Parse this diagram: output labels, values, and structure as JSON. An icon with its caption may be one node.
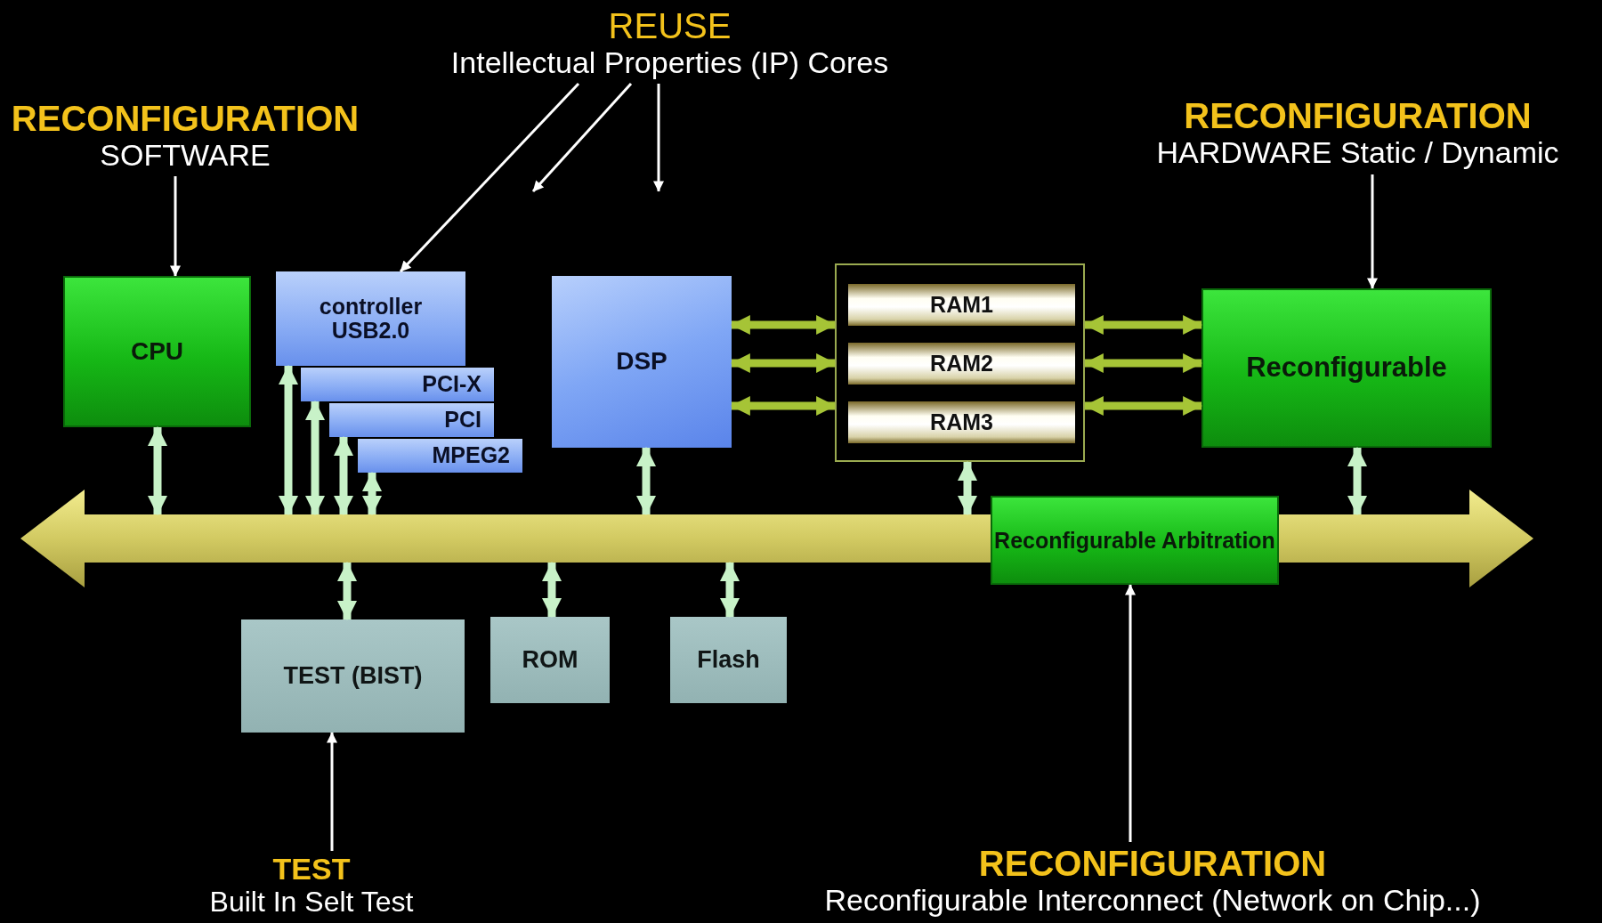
{
  "diagram": {
    "nodes": [
      {
        "text": [
          "REUSE",
          "Intellectual Properties (IP) Cores"
        ]
      },
      {
        "text": [
          "RECONFIGURATION",
          "SOFTWARE"
        ]
      },
      {
        "text": [
          "RECONFIGURATION",
          "HARDWARE Static / Dynamic"
        ]
      },
      {
        "text": [
          "CPU"
        ]
      },
      {
        "text": [
          "controller USB2.0"
        ]
      },
      {
        "text": [
          "PCI-X"
        ]
      },
      {
        "text": [
          "PCI"
        ]
      },
      {
        "text": [
          "MPEG2"
        ]
      },
      {
        "text": [
          "DSP"
        ]
      },
      {
        "text": [],
        "shape": "box"
      },
      {
        "text": [
          "RAM1"
        ],
        "in": 9
      },
      {
        "text": [
          "RAM2"
        ],
        "in": 9
      },
      {
        "text": [
          "RAM3"
        ],
        "in": 9
      },
      {
        "text": [
          "Reconfigurable"
        ]
      },
      {
        "text": [],
        "shape": "bar"
      },
      {
        "text": [
          "Reconfigurable Arbitration"
        ],
        "in": 14
      },
      {
        "text": [
          "TEST (BIST)"
        ]
      },
      {
        "text": [
          "ROM"
        ]
      },
      {
        "text": [
          "Flash"
        ]
      },
      {
        "text": [
          "TEST",
          "Built In Selt Test"
        ]
      },
      {
        "text": [
          "RECONFIGURATION",
          "Reconfigurable Interconnect (Network on Chip...)"
        ]
      }
    ],
    "edges": [
      {
        "from": 0,
        "to": 4,
        "arrow": "to",
        "color": "#ffffff"
      },
      {
        "from": 0,
        "to": null,
        "arrow": "to",
        "color": "#ffffff"
      },
      {
        "from": 0,
        "to": null,
        "arrow": "to",
        "color": "#ffffff"
      },
      {
        "from": 1,
        "to": 3,
        "arrow": "to",
        "color": "#ffffff"
      },
      {
        "from": 2,
        "to": 13,
        "arrow": "to",
        "color": "#ffffff"
      },
      {
        "from": 19,
        "to": 16,
        "arrow": "to",
        "color": "#ffffff"
      },
      {
        "from": 20,
        "to": 15,
        "arrow": "to",
        "color": "#ffffff"
      },
      {
        "from": 3,
        "to": 14,
        "arrow": "both"
      },
      {
        "from": 4,
        "to": 14,
        "arrow": "both"
      },
      {
        "from": 5,
        "to": 14,
        "arrow": "both"
      },
      {
        "from": 6,
        "to": 14,
        "arrow": "both"
      },
      {
        "from": 7,
        "to": 14,
        "arrow": "both"
      },
      {
        "from": 8,
        "to": 14,
        "arrow": "both"
      },
      {
        "from": 9,
        "to": 14,
        "arrow": "both"
      },
      {
        "from": 13,
        "to": 14,
        "arrow": "both"
      },
      {
        "from": 16,
        "to": 14,
        "arrow": "both"
      },
      {
        "from": 17,
        "to": 14,
        "arrow": "both"
      },
      {
        "from": 18,
        "to": 14,
        "arrow": "both"
      },
      {
        "from": 8,
        "to": 9,
        "arrow": "both",
        "color": "#a6c436"
      },
      {
        "from": 8,
        "to": 9,
        "arrow": "both",
        "color": "#a6c436"
      },
      {
        "from": 8,
        "to": 9,
        "arrow": "both",
        "color": "#a6c436"
      },
      {
        "from": 9,
        "to": 13,
        "arrow": "both",
        "color": "#a6c436"
      },
      {
        "from": 9,
        "to": 13,
        "arrow": "both",
        "color": "#a6c436"
      },
      {
        "from": 9,
        "to": 13,
        "arrow": "both",
        "color": "#a6c436"
      }
    ]
  }
}
